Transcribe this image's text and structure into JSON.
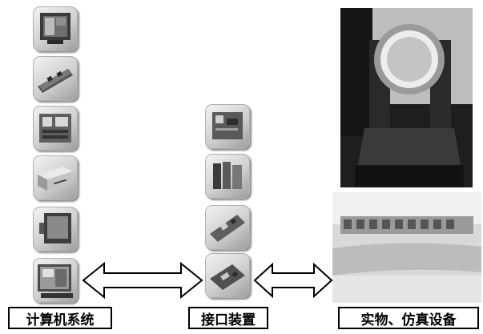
{
  "labels": {
    "computer": "计算机系统",
    "interface": "接口装置",
    "equipment": "实物、仿真设备"
  },
  "computer_devices": [
    {
      "icon": "monitor-icon"
    },
    {
      "icon": "circuit-board-icon"
    },
    {
      "icon": "cpu-board-icon"
    },
    {
      "icon": "rack-chassis-icon"
    },
    {
      "icon": "panel-display-icon"
    },
    {
      "icon": "workstation-icon"
    }
  ],
  "interface_devices": [
    {
      "icon": "interface-card-icon"
    },
    {
      "icon": "card-cage-icon"
    },
    {
      "icon": "pcb-card-icon"
    },
    {
      "icon": "io-board-icon"
    }
  ],
  "equipment_photos": [
    {
      "icon": "motion-turntable-photo"
    },
    {
      "icon": "control-room-photo"
    }
  ],
  "colors": {
    "arrow_fill": "#ffffff",
    "arrow_stroke": "#000000",
    "label_border": "#000000"
  }
}
